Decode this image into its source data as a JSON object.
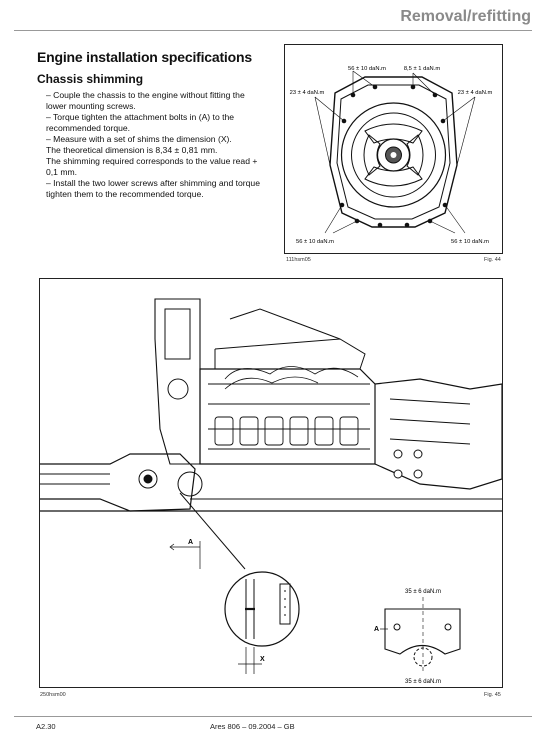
{
  "header": {
    "title": "Removal/refitting"
  },
  "section": {
    "title": "Engine installation specifications",
    "subtitle": "Chassis shimming"
  },
  "instructions": [
    "– Couple the chassis to the engine without fitting the lower mounting screws.",
    "– Torque tighten the attachment bolts in (A) to the recommended torque.",
    "– Measure with a set of shims the dimension (X).",
    "The theoretical dimension is 8,34 ± 0,81 mm.",
    "The shimming required corresponds to the value read + 0,1 mm.",
    "– Install the two lower screws after shimming and torque tighten them to the recommended torque."
  ],
  "fig44": {
    "labels": {
      "top_left": "56 ± 10 daN.m",
      "top_right": "8,5 ± 1 daN.m",
      "side_left": "23 ± 4 daN.m",
      "side_right": "23 ± 4 daN.m",
      "bottom_left": "56 ± 10 daN.m",
      "bottom_right": "56 ± 10 daN.m"
    },
    "ref": "111hsm05",
    "caption": "Fig. 44"
  },
  "fig45": {
    "labels": {
      "A_main": "A",
      "X_detail": "X",
      "torque_top": "35 ± 6 daN.m",
      "torque_bottom": "35 ± 6 daN.m",
      "A_detail": "A"
    },
    "ref": "250hsm00",
    "caption": "Fig. 45"
  },
  "footer": {
    "page": "A2.30",
    "doc": "Ares 806 – 09.2004 – GB"
  }
}
